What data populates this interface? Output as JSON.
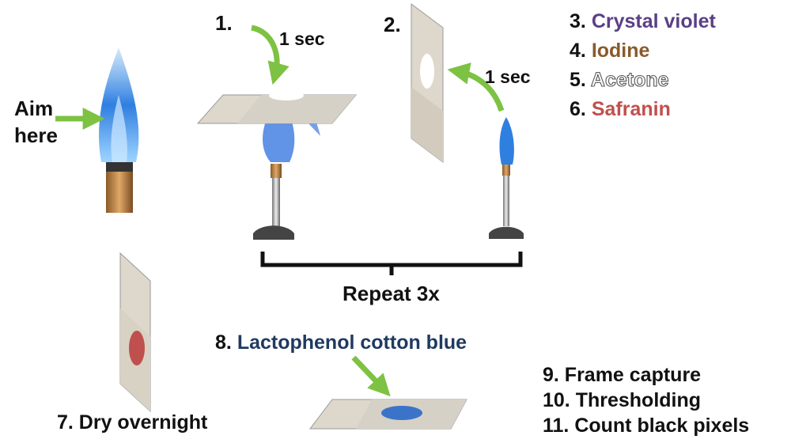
{
  "labels": {
    "aim_here_line1": "Aim",
    "aim_here_line2": "here",
    "step1": "1.",
    "step2": "2.",
    "one_sec_a": "1 sec",
    "one_sec_b": "1 sec",
    "repeat": "Repeat 3x"
  },
  "stains": [
    {
      "num": "3.",
      "name": "Crystal violet",
      "color": "#5a3f86"
    },
    {
      "num": "4.",
      "name": "Iodine",
      "color": "#8a5a2b"
    },
    {
      "num": "5.",
      "name": "Acetone",
      "color": "#ffffff"
    },
    {
      "num": "6.",
      "name": "Safranin",
      "color": "#c0504d"
    }
  ],
  "lactophenol": {
    "num": "8.",
    "name": "Lactophenol cotton blue",
    "color": "#1f3a60"
  },
  "dry": "7. Dry overnight",
  "analysis": [
    "9. Frame capture",
    "10. Thresholding",
    "11. Count black pixels"
  ],
  "colors": {
    "arrow": "#7dc242",
    "flame": "#3a8fe8",
    "brass": "#c08a4a",
    "slide": "#ded8cc",
    "spot_red": "#c0504d",
    "spot_blue": "#3b73c9"
  }
}
